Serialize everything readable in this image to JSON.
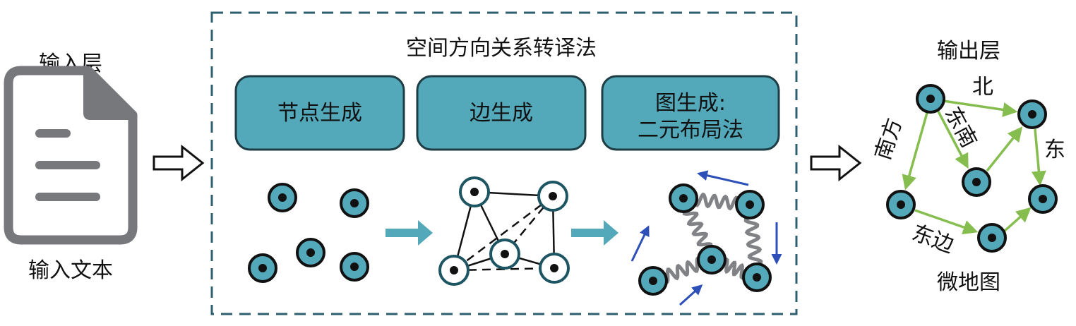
{
  "input": {
    "title": "输入层",
    "caption": "输入文本"
  },
  "method": {
    "title": "空间方向关系转译法",
    "steps": [
      {
        "label": "节点生成"
      },
      {
        "label": "边生成"
      },
      {
        "label_line1": "图生成:",
        "label_line2": "二元布局法"
      }
    ]
  },
  "output": {
    "title": "输出层",
    "caption": "微地图",
    "edge_labels": {
      "north": "北",
      "south": "南方",
      "southeast": "东南",
      "east": "东",
      "east_side": "东边"
    }
  },
  "colors": {
    "node": "#53a8b9",
    "edge_green": "#86bd4f",
    "force_arrow": "#2d4fb8",
    "flow_arrow": "#53a8b9",
    "frame": "#2f5f6e"
  }
}
